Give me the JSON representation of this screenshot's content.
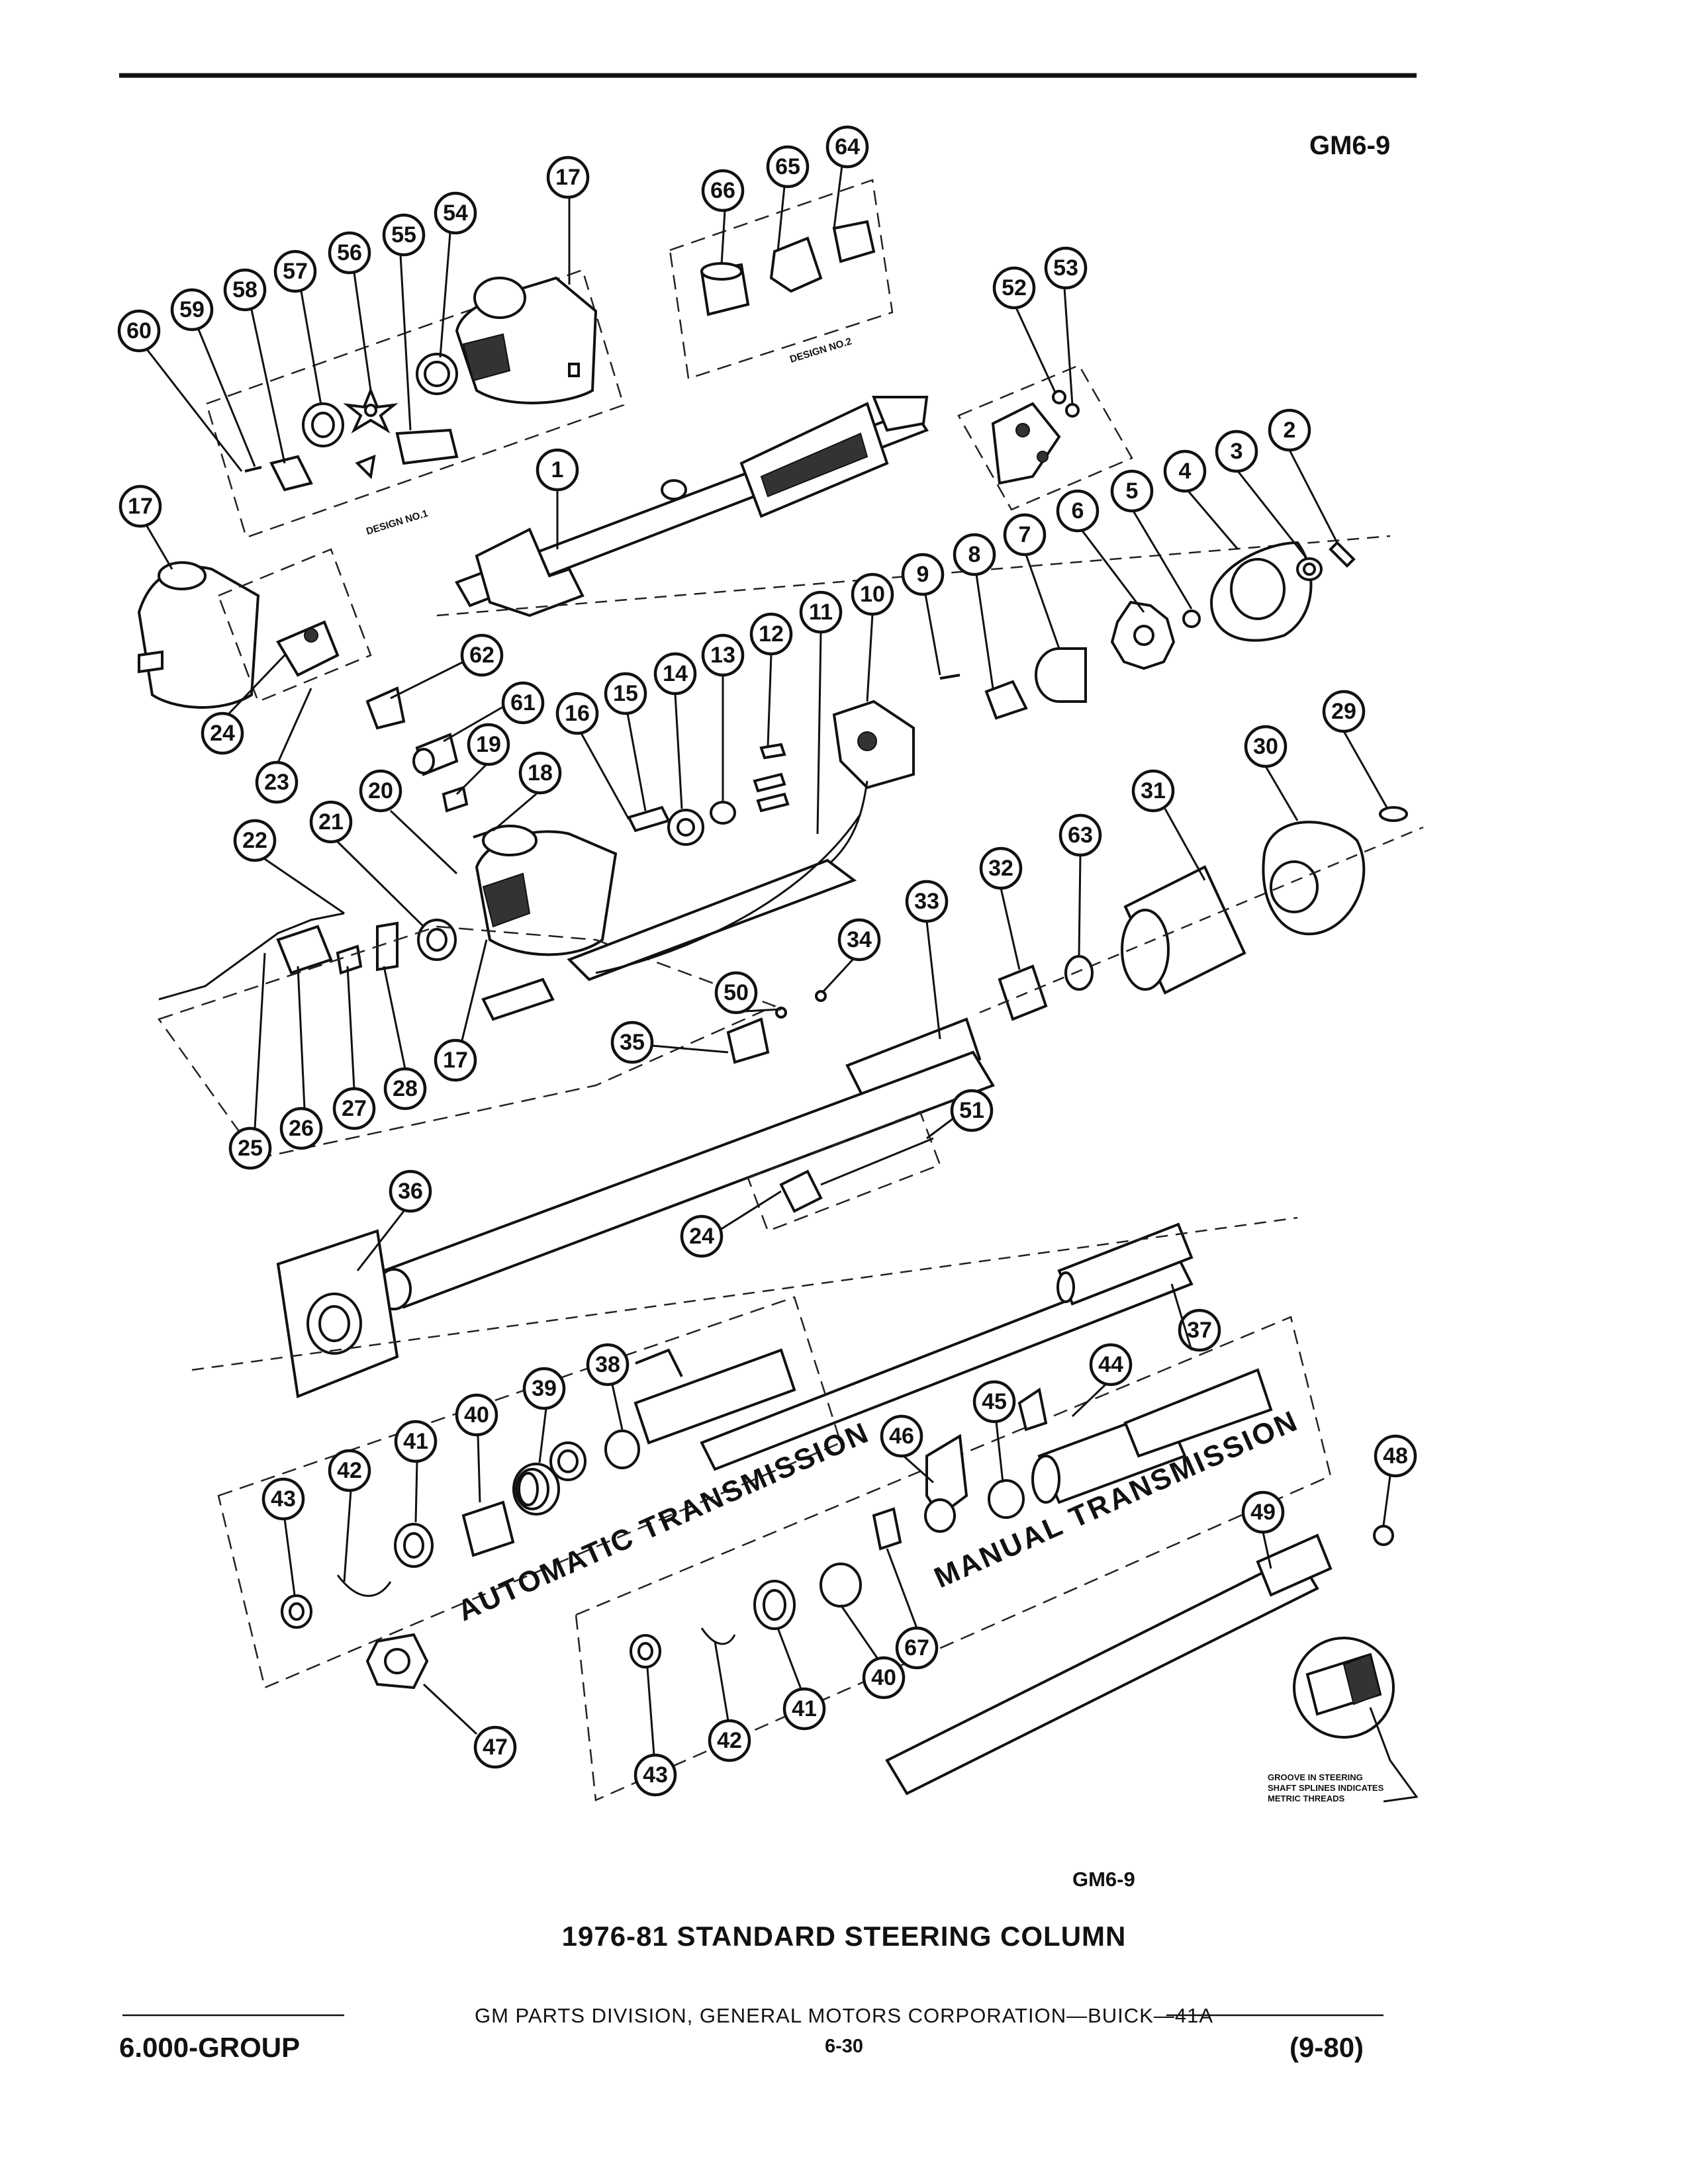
{
  "page_code_top": "GM6-9",
  "page_code_bottom": "GM6-9",
  "diagram_title": "1976-81 STANDARD STEERING COLUMN",
  "design_labels": {
    "design1": "DESIGN NO.1",
    "design2": "DESIGN NO.2"
  },
  "section_labels": {
    "automatic": "AUTOMATIC TRANSMISSION",
    "manual": "MANUAL TRANSMISSION"
  },
  "groove_note": [
    "GROOVE IN STEERING",
    "SHAFT SPLINES INDICATES",
    "METRIC THREADS"
  ],
  "callouts": [
    "64",
    "65",
    "66",
    "17",
    "54",
    "55",
    "56",
    "57",
    "58",
    "59",
    "60",
    "53",
    "52",
    "1",
    "17",
    "2",
    "3",
    "4",
    "5",
    "6",
    "7",
    "8",
    "9",
    "10",
    "11",
    "12",
    "13",
    "14",
    "15",
    "16",
    "62",
    "61",
    "19",
    "18",
    "24",
    "23",
    "29",
    "30",
    "31",
    "63",
    "32",
    "33",
    "34",
    "50",
    "35",
    "22",
    "21",
    "20",
    "17",
    "25",
    "26",
    "27",
    "28",
    "51",
    "24",
    "36",
    "37",
    "44",
    "48",
    "38",
    "39",
    "40",
    "41",
    "42",
    "43",
    "45",
    "46",
    "49",
    "67",
    "40",
    "41",
    "42",
    "43",
    "47"
  ],
  "footer": {
    "center": "GM PARTS DIVISION, GENERAL MOTORS CORPORATION—BUICK—41A",
    "left": "6.000-GROUP",
    "page": "6-30",
    "right": "(9-80)"
  },
  "colors": {
    "ink": "#111111",
    "paper": "#ffffff"
  }
}
